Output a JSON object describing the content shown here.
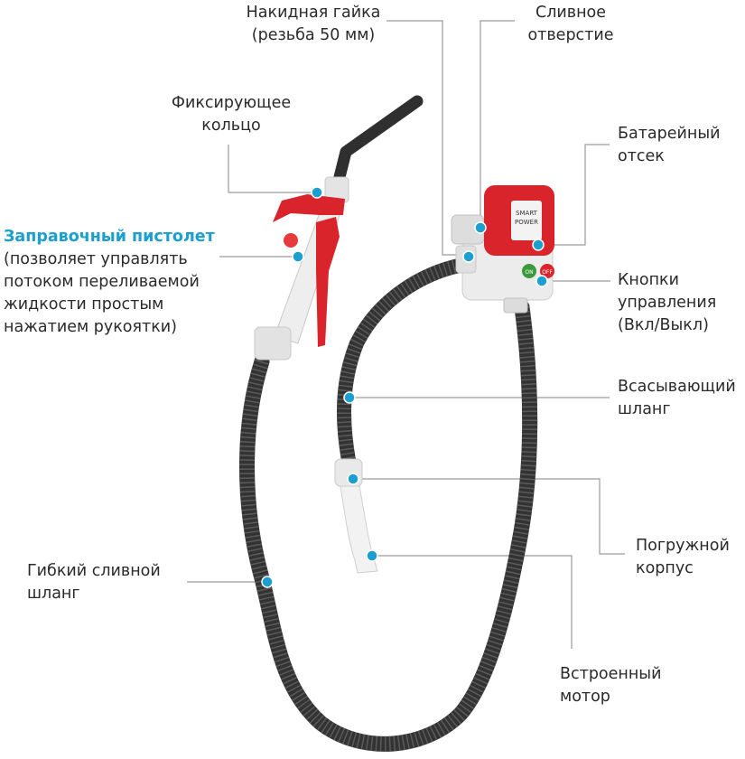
{
  "colors": {
    "accent": "#1a9fd0",
    "text": "#2a2a2a",
    "hose": "#333333",
    "body_red": "#d8242a",
    "body_white": "#eeeeee",
    "leader": "#9a9a9a"
  },
  "labels": {
    "union_nut": [
      "Накидная гайка",
      "(резьба 50 мм)"
    ],
    "drain_hole": [
      "Сливное",
      "отверстие"
    ],
    "locking_ring": [
      "Фиксирующее",
      "кольцо"
    ],
    "battery": [
      "Батарейный",
      "отсек"
    ],
    "nozzle_title": "Заправочный пистолет",
    "nozzle_desc": [
      "(позволяет управлять",
      "потоком переливаемой",
      "жидкости простым",
      "нажатием рукоятки)"
    ],
    "buttons": [
      "Кнопки",
      "управления",
      "(Вкл/Выкл)"
    ],
    "suction": [
      "Всасывающий",
      "шланг"
    ],
    "submersible": [
      "Погружной",
      "корпус"
    ],
    "flex_hose": [
      "Гибкий сливной",
      "шланг"
    ],
    "motor": [
      "Встроенный",
      "мотор"
    ]
  },
  "device": {
    "brand_lines": [
      "SMART",
      "POWER"
    ],
    "on_button": "ON",
    "off_button": "OFF"
  }
}
